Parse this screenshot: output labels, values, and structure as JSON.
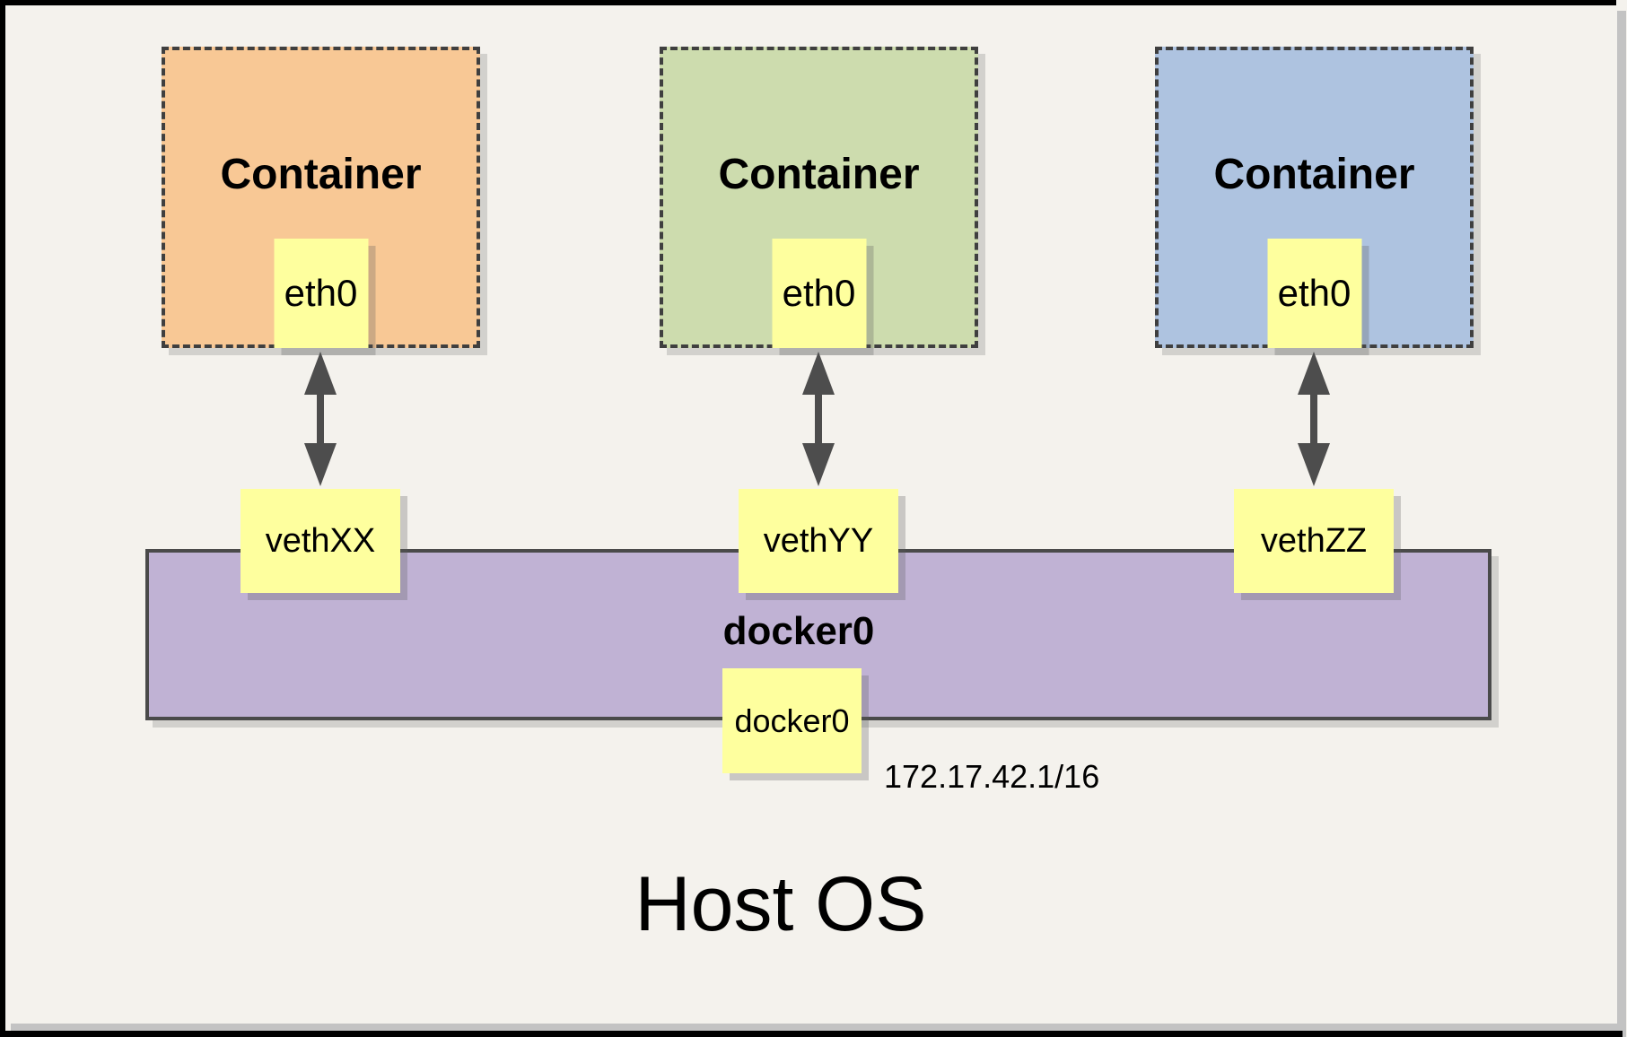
{
  "containers": [
    {
      "title": "Container",
      "interface_label": "eth0",
      "fill": "#f8c895"
    },
    {
      "title": "Container",
      "interface_label": "eth0",
      "fill": "#cddcae"
    },
    {
      "title": "Container",
      "interface_label": "eth0",
      "fill": "#aec3e0"
    }
  ],
  "veths": [
    {
      "label": "vethXX"
    },
    {
      "label": "vethYY"
    },
    {
      "label": "vethZZ"
    }
  ],
  "bridge": {
    "title": "docker0",
    "interface_label": "docker0",
    "ip": "172.17.42.1/16",
    "fill": "#c0b2d4"
  },
  "host": {
    "label": "Host OS"
  },
  "colors": {
    "background": "#f4f2ed",
    "frame_border": "#000000",
    "frame_shadow": "#c3c3c3",
    "note_yellow": "#feff9e",
    "dashed_border": "#3f3f3f",
    "arrow": "#4d4d4d"
  }
}
